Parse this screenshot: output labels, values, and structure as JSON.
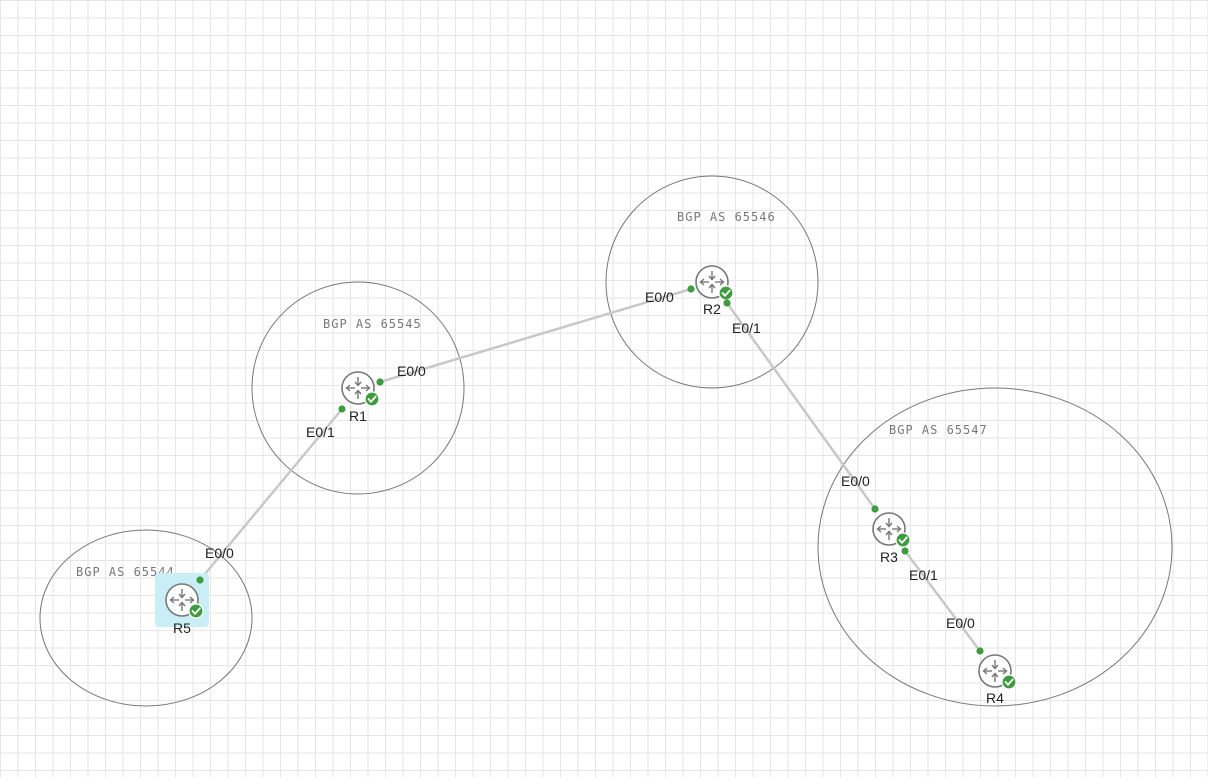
{
  "colors": {
    "link": "#c8c8c8",
    "port_dot": "#3e9b3e",
    "status_badge": "#3e9b3e",
    "area_stroke": "#777777",
    "router_icon": "#777777",
    "selection": "#c9eef6"
  },
  "areas": [
    {
      "id": "as65545",
      "label": "BGP AS 65545"
    },
    {
      "id": "as65546",
      "label": "BGP AS 65546"
    },
    {
      "id": "as65547",
      "label": "BGP AS 65547"
    },
    {
      "id": "as65544",
      "label": "BGP AS 65544"
    }
  ],
  "nodes": [
    {
      "id": "R1",
      "label": "R1",
      "icon": "router-icon",
      "status": "running-check-icon",
      "selected": false
    },
    {
      "id": "R2",
      "label": "R2",
      "icon": "router-icon",
      "status": "running-check-icon",
      "selected": false
    },
    {
      "id": "R3",
      "label": "R3",
      "icon": "router-icon",
      "status": "running-check-icon",
      "selected": false
    },
    {
      "id": "R4",
      "label": "R4",
      "icon": "router-icon",
      "status": "running-check-icon",
      "selected": false
    },
    {
      "id": "R5",
      "label": "R5",
      "icon": "router-icon",
      "status": "running-check-icon",
      "selected": true
    }
  ],
  "links": [
    {
      "id": "r1-r2",
      "from": "R1",
      "to": "R2",
      "from_port": "E0/0",
      "to_port": "E0/0"
    },
    {
      "id": "r2-r3",
      "from": "R2",
      "to": "R3",
      "from_port": "E0/1",
      "to_port": "E0/0"
    },
    {
      "id": "r3-r4",
      "from": "R3",
      "to": "R4",
      "from_port": "E0/1",
      "to_port": "E0/0"
    },
    {
      "id": "r1-r5",
      "from": "R1",
      "to": "R5",
      "from_port": "E0/1",
      "to_port": "E0/0"
    }
  ]
}
